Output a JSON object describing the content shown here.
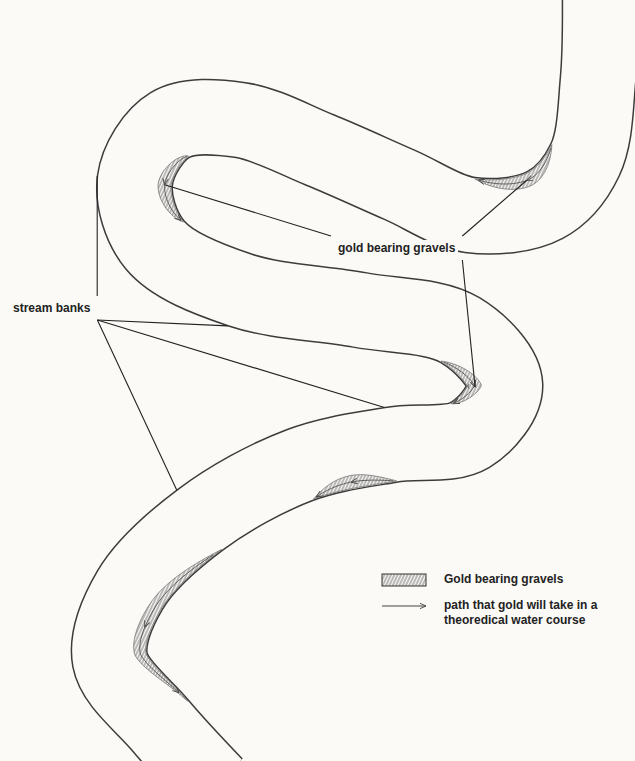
{
  "diagram": {
    "labels": [
      "gold bearing gravels",
      "stream banks"
    ],
    "legend": [
      {
        "text": "Gold bearing gravels"
      },
      {
        "text": "path that gold will take in a theoredical water course"
      }
    ]
  }
}
